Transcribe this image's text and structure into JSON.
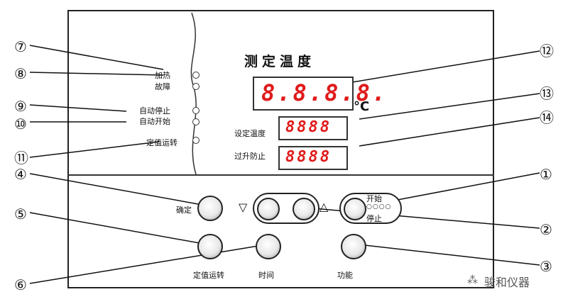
{
  "title": "测定温度",
  "unit": "°C",
  "main_display": "8.8.8.8.",
  "set_temp_label": "设定温度",
  "set_temp_display": "8888",
  "overtemp_label": "过升防止",
  "overtemp_display": "8888",
  "indicators": {
    "heat": "加热",
    "fault": "故障",
    "auto_stop": "自动停止",
    "auto_start": "自动开始",
    "const_run": "定值运转"
  },
  "buttons": {
    "confirm": "确定",
    "down": "▽",
    "up": "△",
    "start": "开始",
    "stop": "停止",
    "led_dots": "○○○○",
    "const_run": "定值运转",
    "time": "时间",
    "function": "功能"
  },
  "callouts": [
    "⑦",
    "⑧",
    "⑨",
    "⑩",
    "⑪",
    "④",
    "⑤",
    "⑥",
    "⑫",
    "⑬",
    "⑭",
    "①",
    "②",
    "③"
  ],
  "watermark": "骏和仪器"
}
